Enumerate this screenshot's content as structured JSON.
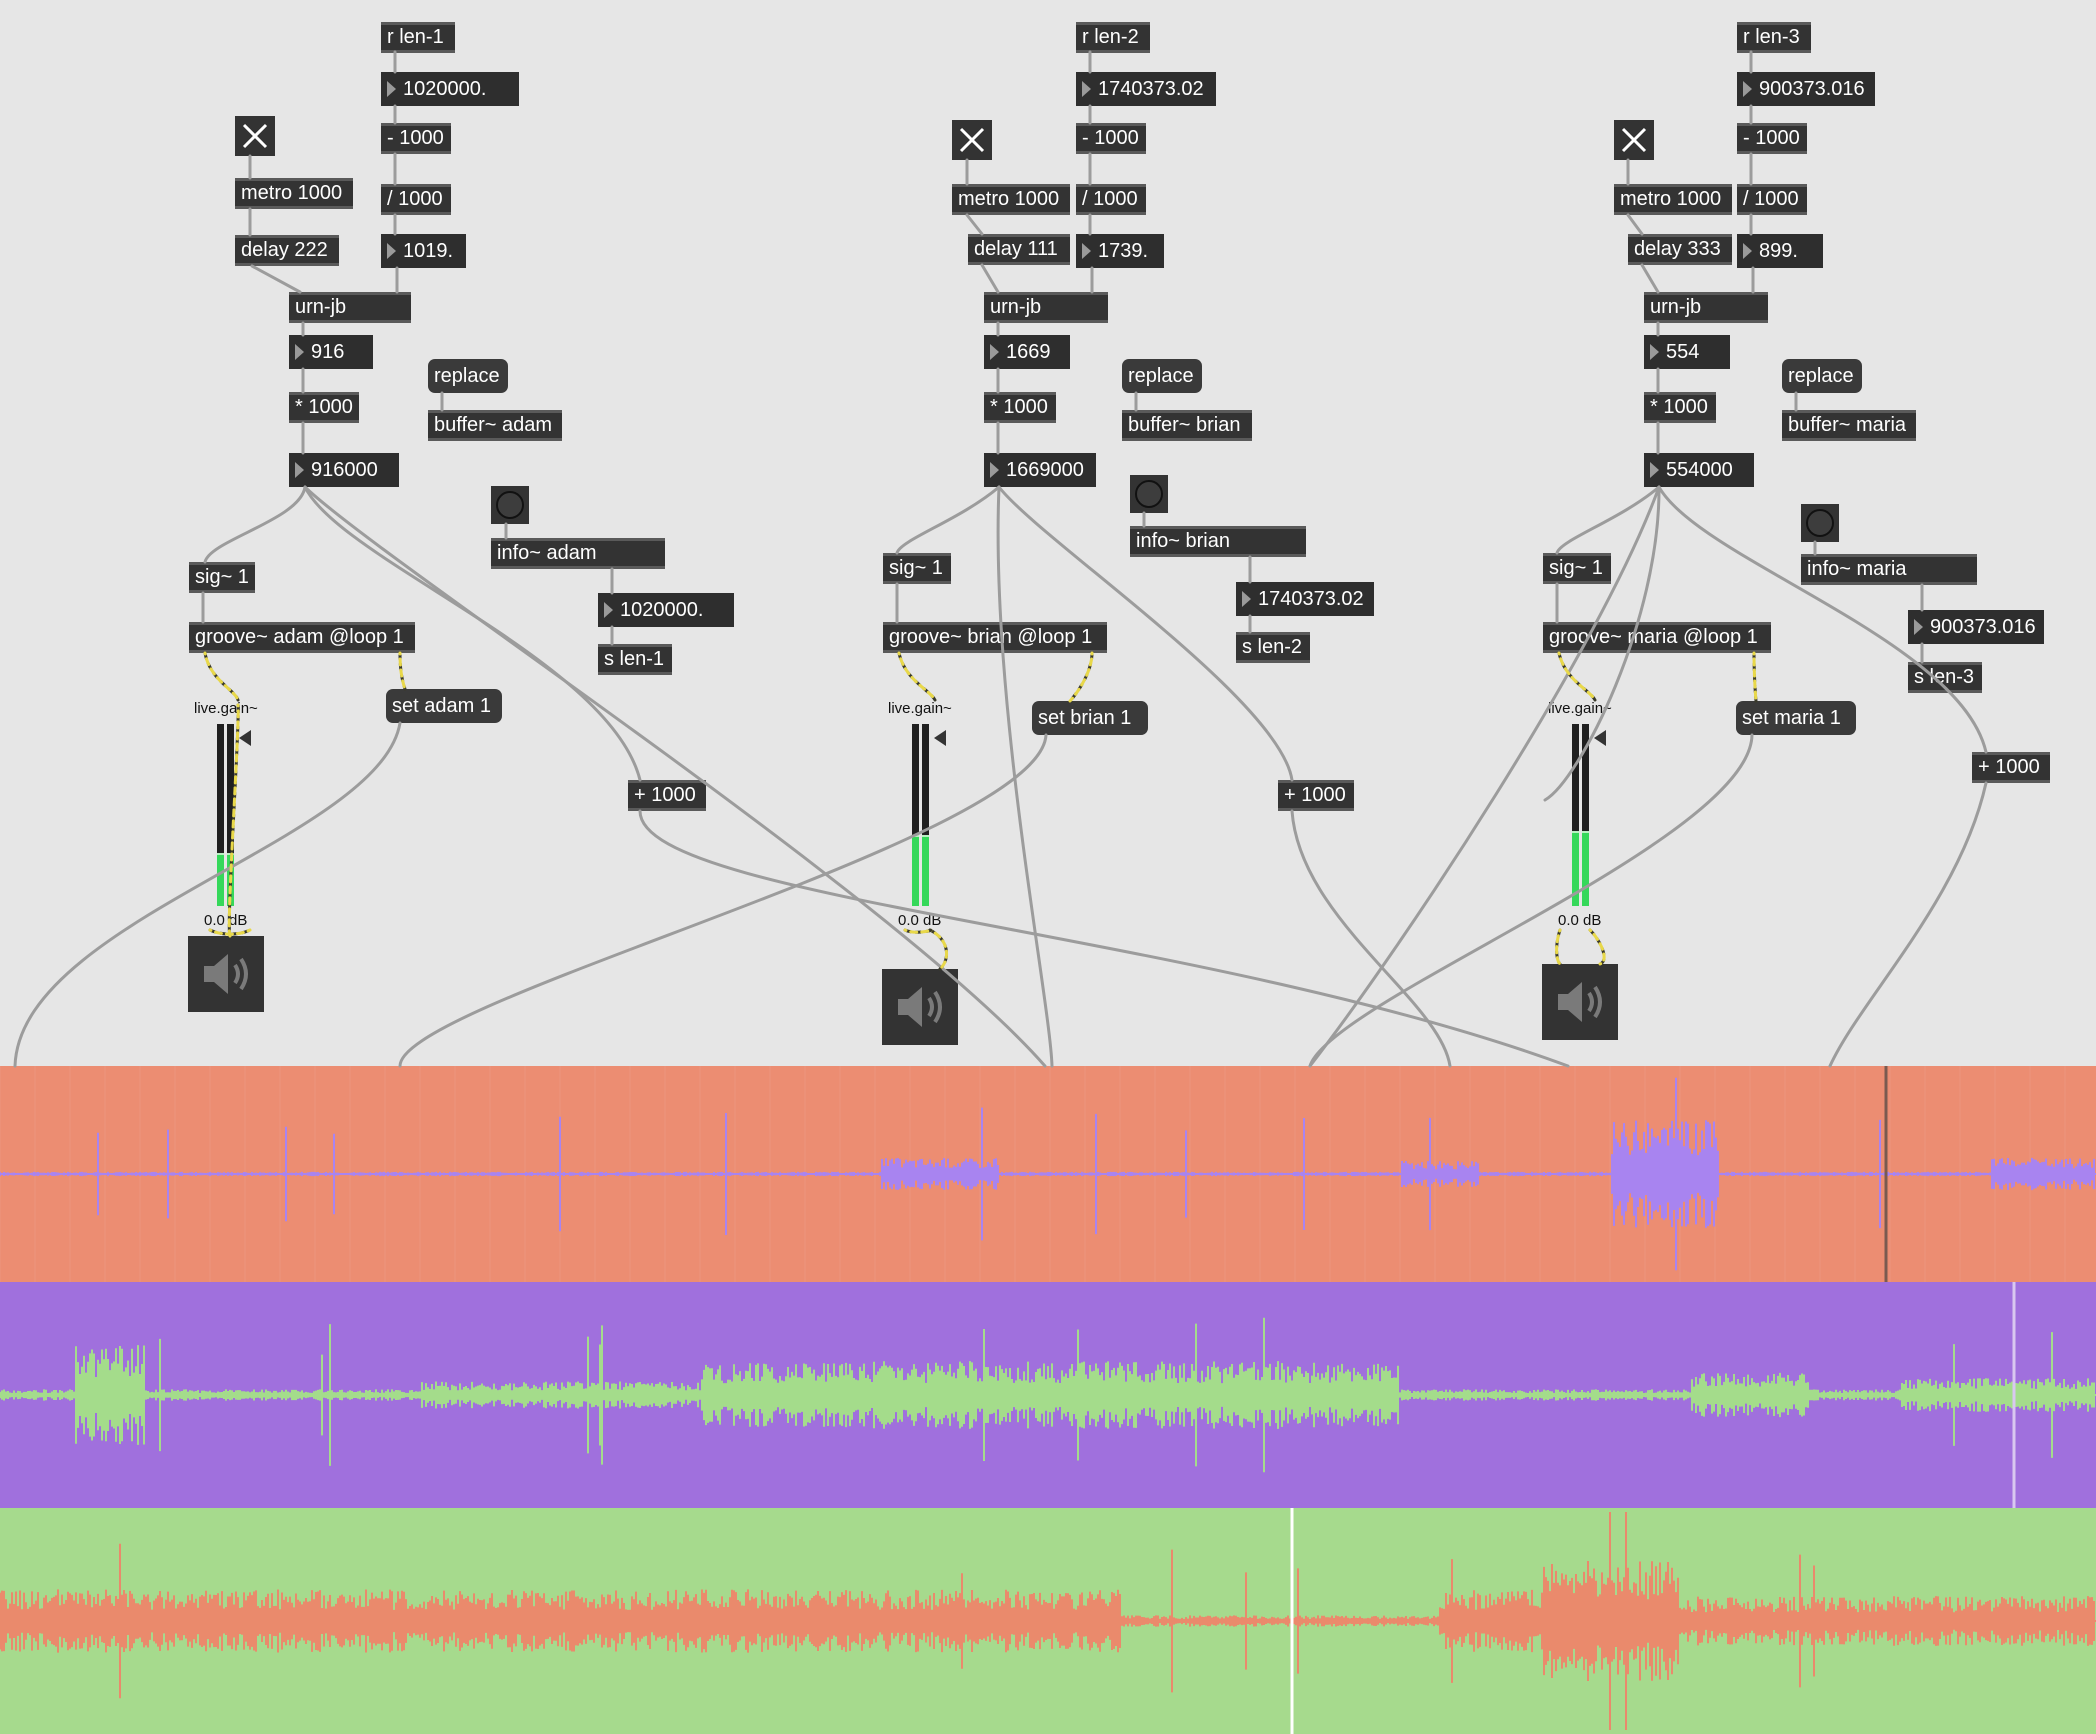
{
  "patcher": {
    "colors": {
      "background": "#e6e6e6",
      "object": "#333333",
      "wire": "#9c9c9c",
      "meter_fill": "#35d85a",
      "wave_adam_bg": "#ec8d72",
      "wave_adam_fg": "#a884f0",
      "wave_brian_bg": "#a070dd",
      "wave_brian_fg": "#a4dc8b",
      "wave_maria_bg": "#a6da8d",
      "wave_maria_fg": "#ea8a6c"
    },
    "voices": [
      {
        "receive": "r len-1",
        "length_display": "1020000.",
        "minus": "- 1000",
        "divide": "/ 1000",
        "divided_display": "1019.",
        "metro": "metro 1000",
        "delay": "delay 222",
        "urn": "urn-jb",
        "urn_display": "916",
        "multiply": "* 1000",
        "position_display": "916000",
        "replace_msg": "replace",
        "buffer": "buffer~ adam",
        "info": "info~ adam",
        "info_display": "1020000.",
        "send": "s len-1",
        "sig": "sig~ 1",
        "groove": "groove~ adam @loop 1",
        "set_msg": "set adam 1",
        "plus": "+ 1000",
        "gain_label": "live.gain~",
        "gain_value": "0.0 dB",
        "meter_level": 0.28,
        "speaker_icon": "speaker-icon"
      },
      {
        "receive": "r len-2",
        "length_display": "1740373.02",
        "minus": "- 1000",
        "divide": "/ 1000",
        "divided_display": "1739.",
        "metro": "metro 1000",
        "delay": "delay 111",
        "urn": "urn-jb",
        "urn_display": "1669",
        "multiply": "* 1000",
        "position_display": "1669000",
        "replace_msg": "replace",
        "buffer": "buffer~ brian",
        "info": "info~ brian",
        "info_display": "1740373.02",
        "send": "s len-2",
        "sig": "sig~ 1",
        "groove": "groove~ brian @loop 1",
        "set_msg": "set brian 1",
        "plus": "+ 1000",
        "gain_label": "live.gain~",
        "gain_value": "0.0 dB",
        "meter_level": 0.38,
        "speaker_icon": "speaker-icon"
      },
      {
        "receive": "r len-3",
        "length_display": "900373.016",
        "minus": "- 1000",
        "divide": "/ 1000",
        "divided_display": "899.",
        "metro": "metro 1000",
        "delay": "delay 333",
        "urn": "urn-jb",
        "urn_display": "554",
        "multiply": "* 1000",
        "position_display": "554000",
        "replace_msg": "replace",
        "buffer": "buffer~ maria",
        "info": "info~ maria",
        "info_display": "900373.016",
        "send": "s len-3",
        "sig": "sig~ 1",
        "groove": "groove~ maria @loop 1",
        "set_msg": "set maria 1",
        "plus": "+ 1000",
        "gain_label": "live.gain~",
        "gain_value": "0.0 dB",
        "meter_level": 0.4,
        "speaker_icon": "speaker-icon"
      }
    ]
  }
}
